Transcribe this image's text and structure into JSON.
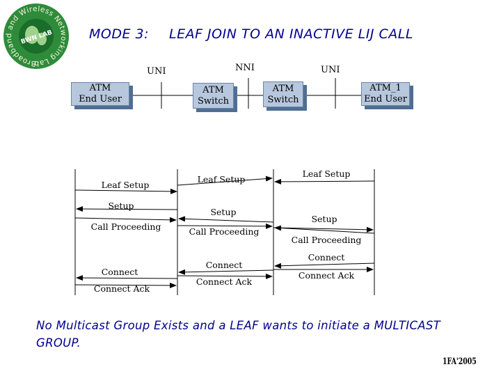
{
  "logo": {
    "ring_text": "Broadband and Wireless Networking Laboratory",
    "badge_text": "BWN LAB"
  },
  "title": {
    "mode": "MODE 3:",
    "text": "LEAF JOIN TO AN INACTIVE LIJ CALL"
  },
  "interfaces": {
    "uni_left": "UNI",
    "nni": "NNI",
    "uni_right": "UNI"
  },
  "entities": [
    {
      "line1": "ATM",
      "line2": "End User"
    },
    {
      "line1": "ATM",
      "line2": "Switch"
    },
    {
      "line1": "ATM",
      "line2": "Switch"
    },
    {
      "line1": "ATM_1",
      "line2": "End User"
    }
  ],
  "messages": {
    "leaf_setup_1": "Leaf Setup",
    "leaf_setup_2": "Leaf Setup",
    "leaf_setup_3": "Leaf Setup",
    "setup_1": "Setup",
    "setup_2": "Setup",
    "setup_3": "Setup",
    "call_proc_1": "Call Proceeding",
    "call_proc_2": "Call Proceeding",
    "call_proc_3": "Call Proceeding",
    "connect_1": "Connect",
    "connect_2": "Connect",
    "connect_3": "Connect",
    "connect_ack_1": "Connect Ack",
    "connect_ack_2": "Connect Ack",
    "connect_ack_3": "Connect Ack"
  },
  "footer": "No Multicast Group Exists and a LEAF wants to initiate a MULTICAST GROUP.",
  "signature": "1FA'2005",
  "colors": {
    "title": "#00008b",
    "box_face": "#b7c7dd",
    "box_shadow": "#4f6e94",
    "logo_green": "#2e8b3a"
  }
}
